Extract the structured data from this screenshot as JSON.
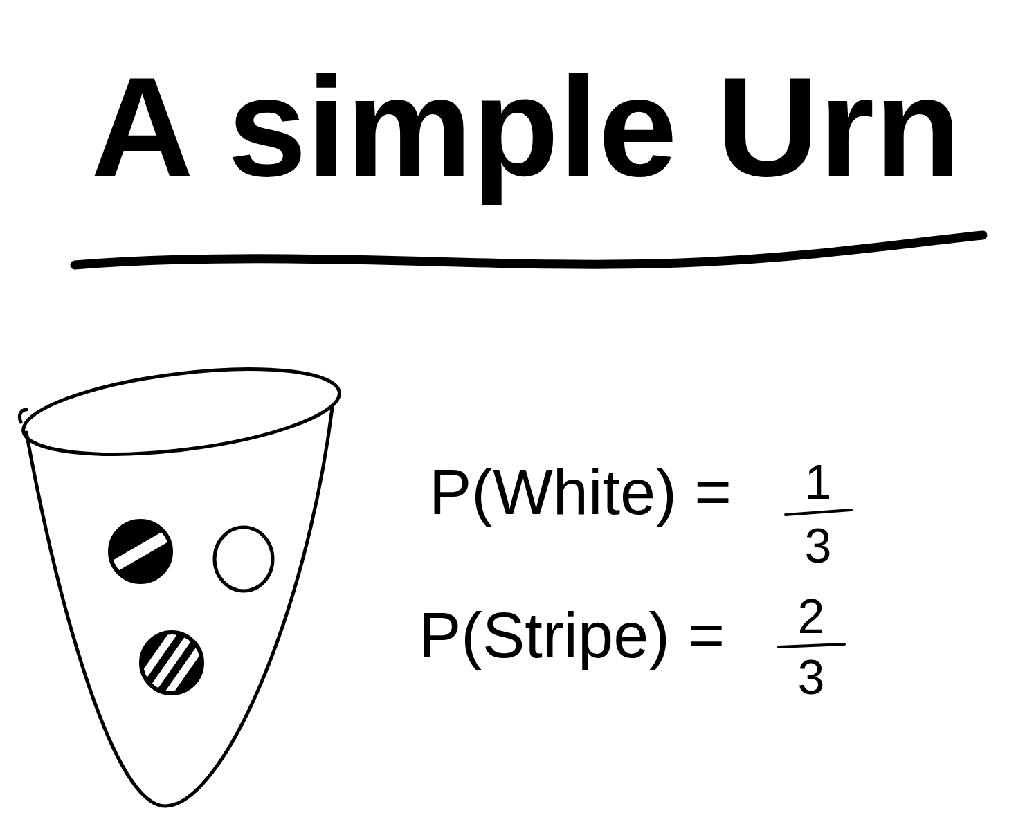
{
  "diagram": {
    "title": "A simple Urn",
    "labels": [
      "P(White) =",
      "1",
      "3",
      "P(Stripe) =",
      "2",
      "3"
    ]
  }
}
